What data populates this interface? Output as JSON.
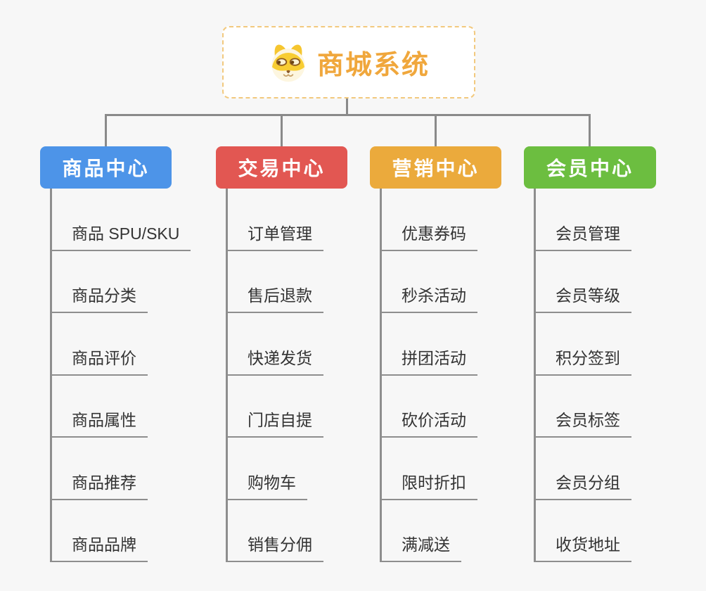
{
  "root": {
    "title": "商城系统",
    "icon": "dog-icon",
    "title_color": "#F0A73C",
    "border_color": "#F2C97E",
    "background": "#FFFFFF"
  },
  "canvas": {
    "background": "#F7F7F7",
    "connector_color": "#8A8A8A",
    "leaf_text_color": "#333333"
  },
  "branches": [
    {
      "label": "商品中心",
      "color": "#4D94E8",
      "children": [
        "商品 SPU/SKU",
        "商品分类",
        "商品评价",
        "商品属性",
        "商品推荐",
        "商品品牌"
      ]
    },
    {
      "label": "交易中心",
      "color": "#E25752",
      "children": [
        "订单管理",
        "售后退款",
        "快递发货",
        "门店自提",
        "购物车",
        "销售分佣"
      ]
    },
    {
      "label": "营销中心",
      "color": "#EBAA3C",
      "children": [
        "优惠券码",
        "秒杀活动",
        "拼团活动",
        "砍价活动",
        "限时折扣",
        "满减送"
      ]
    },
    {
      "label": "会员中心",
      "color": "#6CBE40",
      "children": [
        "会员管理",
        "会员等级",
        "积分签到",
        "会员标签",
        "会员分组",
        "收货地址"
      ]
    }
  ]
}
